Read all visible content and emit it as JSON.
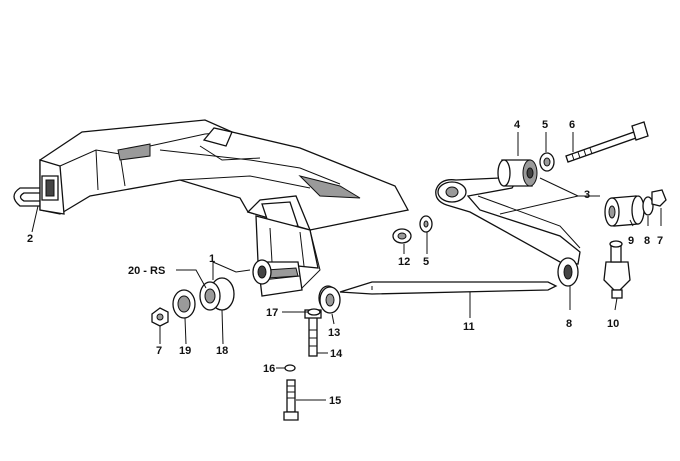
{
  "callouts": {
    "c1": "1",
    "c2": "2",
    "c3": "3",
    "c4": "4",
    "c5a": "5",
    "c5b": "5",
    "c6": "6",
    "c7a": "7",
    "c7b": "7",
    "c8a": "8",
    "c8b": "8",
    "c9": "9",
    "c10": "10",
    "c11": "11",
    "c12": "12",
    "c13": "13",
    "c14": "14",
    "c15": "15",
    "c16": "16",
    "c17": "17",
    "c18": "18",
    "c19": "19",
    "c20": "20 - RS"
  },
  "colors": {
    "ink": "#111111",
    "shading": "#9a9a9a",
    "background": "#ffffff"
  }
}
